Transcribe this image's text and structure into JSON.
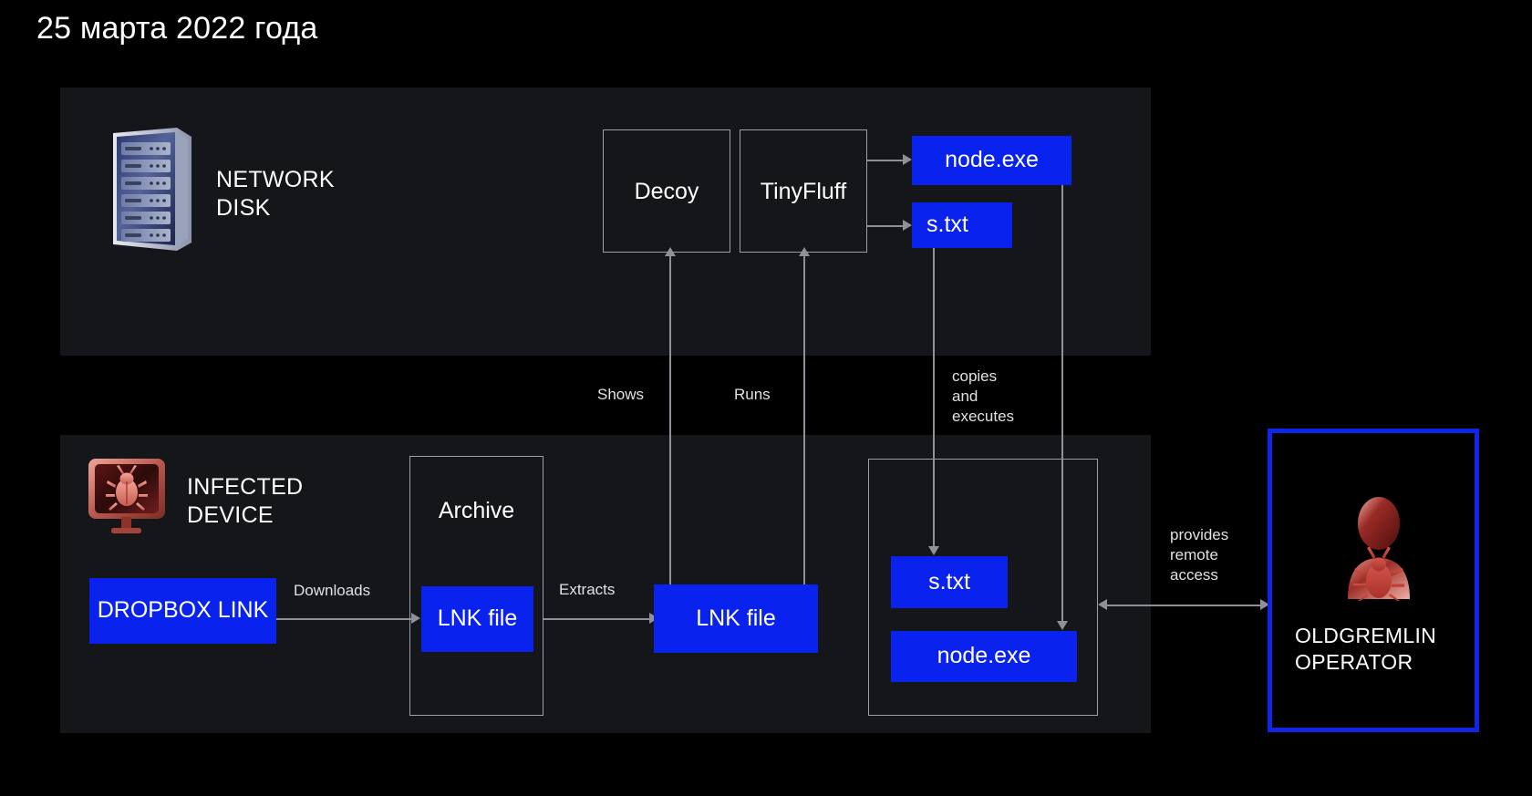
{
  "title": "25 марта 2022 года",
  "colors": {
    "page_background": "#000000",
    "panel_background": "#14161a",
    "accent_blue": "#0a22ee",
    "operator_border": "#0f26e8",
    "line_gray": "#8d9299",
    "text": "#ffffff"
  },
  "zones": {
    "network": {
      "caption": "NETWORK\nDISK",
      "icon": "server-rack-icon"
    },
    "device": {
      "caption": "INFECTED\nDEVICE",
      "icon": "infected-monitor-bug-icon"
    },
    "operator": {
      "caption": "OLDGREMLIN\nOPERATOR",
      "icon": "operator-bug-person-icon"
    }
  },
  "nodes": {
    "decoy": "Decoy",
    "tinyfluff": "TinyFluff",
    "node_exe_top": "node.exe",
    "s_txt_top": "s.txt",
    "archive": "Archive",
    "lnk_in_archive": "LNK file",
    "lnk_extracted": "LNK file",
    "s_txt_bottom": "s.txt",
    "node_exe_bottom": "node.exe",
    "dropbox_link": "DROPBOX\nLINK"
  },
  "edges": {
    "downloads": "Downloads",
    "extracts": "Extracts",
    "shows": "Shows",
    "runs": "Runs",
    "copies_and_executes": "copies\nand\nexecutes",
    "provides_remote_access": "provides\nremote\naccess"
  }
}
